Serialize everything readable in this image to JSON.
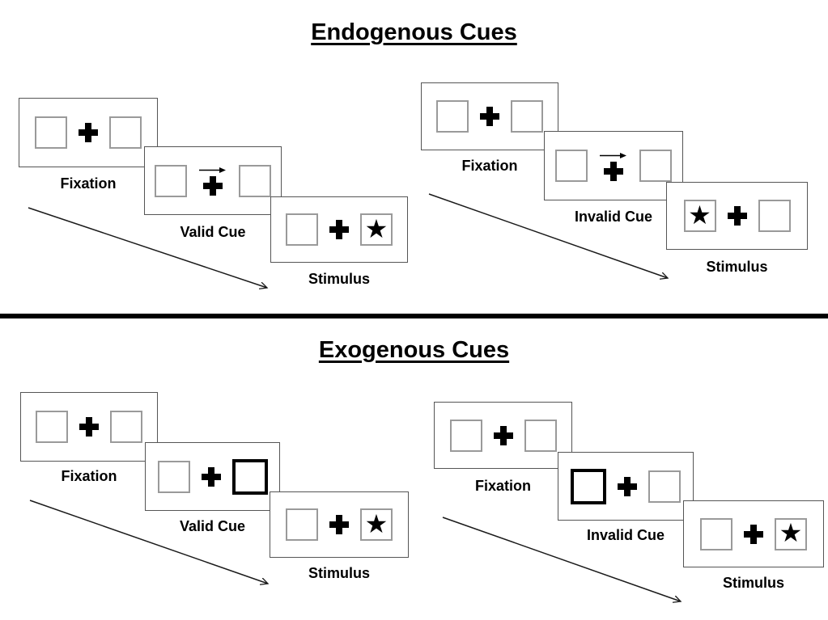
{
  "figure": {
    "description": "Posner spatial cueing paradigm diagram comparing endogenous and exogenous cue trials",
    "sections": [
      {
        "title": "Endogenous Cues",
        "groups": [
          {
            "name": "valid-trial",
            "panels": [
              {
                "label": "Fixation",
                "cue": "none",
                "star_side": "none"
              },
              {
                "label": "Valid Cue",
                "cue": "arrow-right",
                "star_side": "none"
              },
              {
                "label": "Stimulus",
                "cue": "none",
                "star_side": "right"
              }
            ]
          },
          {
            "name": "invalid-trial",
            "panels": [
              {
                "label": "Fixation",
                "cue": "none",
                "star_side": "none"
              },
              {
                "label": "Invalid Cue",
                "cue": "arrow-right",
                "star_side": "none"
              },
              {
                "label": "Stimulus",
                "cue": "none",
                "star_side": "left"
              }
            ]
          }
        ]
      },
      {
        "title": "Exogenous Cues",
        "groups": [
          {
            "name": "valid-trial",
            "panels": [
              {
                "label": "Fixation",
                "cue": "none",
                "star_side": "none"
              },
              {
                "label": "Valid Cue",
                "cue": "highlight-right",
                "star_side": "none"
              },
              {
                "label": "Stimulus",
                "cue": "none",
                "star_side": "right"
              }
            ]
          },
          {
            "name": "invalid-trial",
            "panels": [
              {
                "label": "Fixation",
                "cue": "none",
                "star_side": "none"
              },
              {
                "label": "Invalid Cue",
                "cue": "highlight-left",
                "star_side": "none"
              },
              {
                "label": "Stimulus",
                "cue": "none",
                "star_side": "right"
              }
            ]
          }
        ]
      }
    ]
  },
  "glyphs": {
    "star": "★"
  },
  "colors": {
    "ink": "#000000",
    "panel_border": "#555555",
    "square_border": "#9a9a9a",
    "cue_highlight_border": "#000000",
    "background": "#ffffff"
  }
}
